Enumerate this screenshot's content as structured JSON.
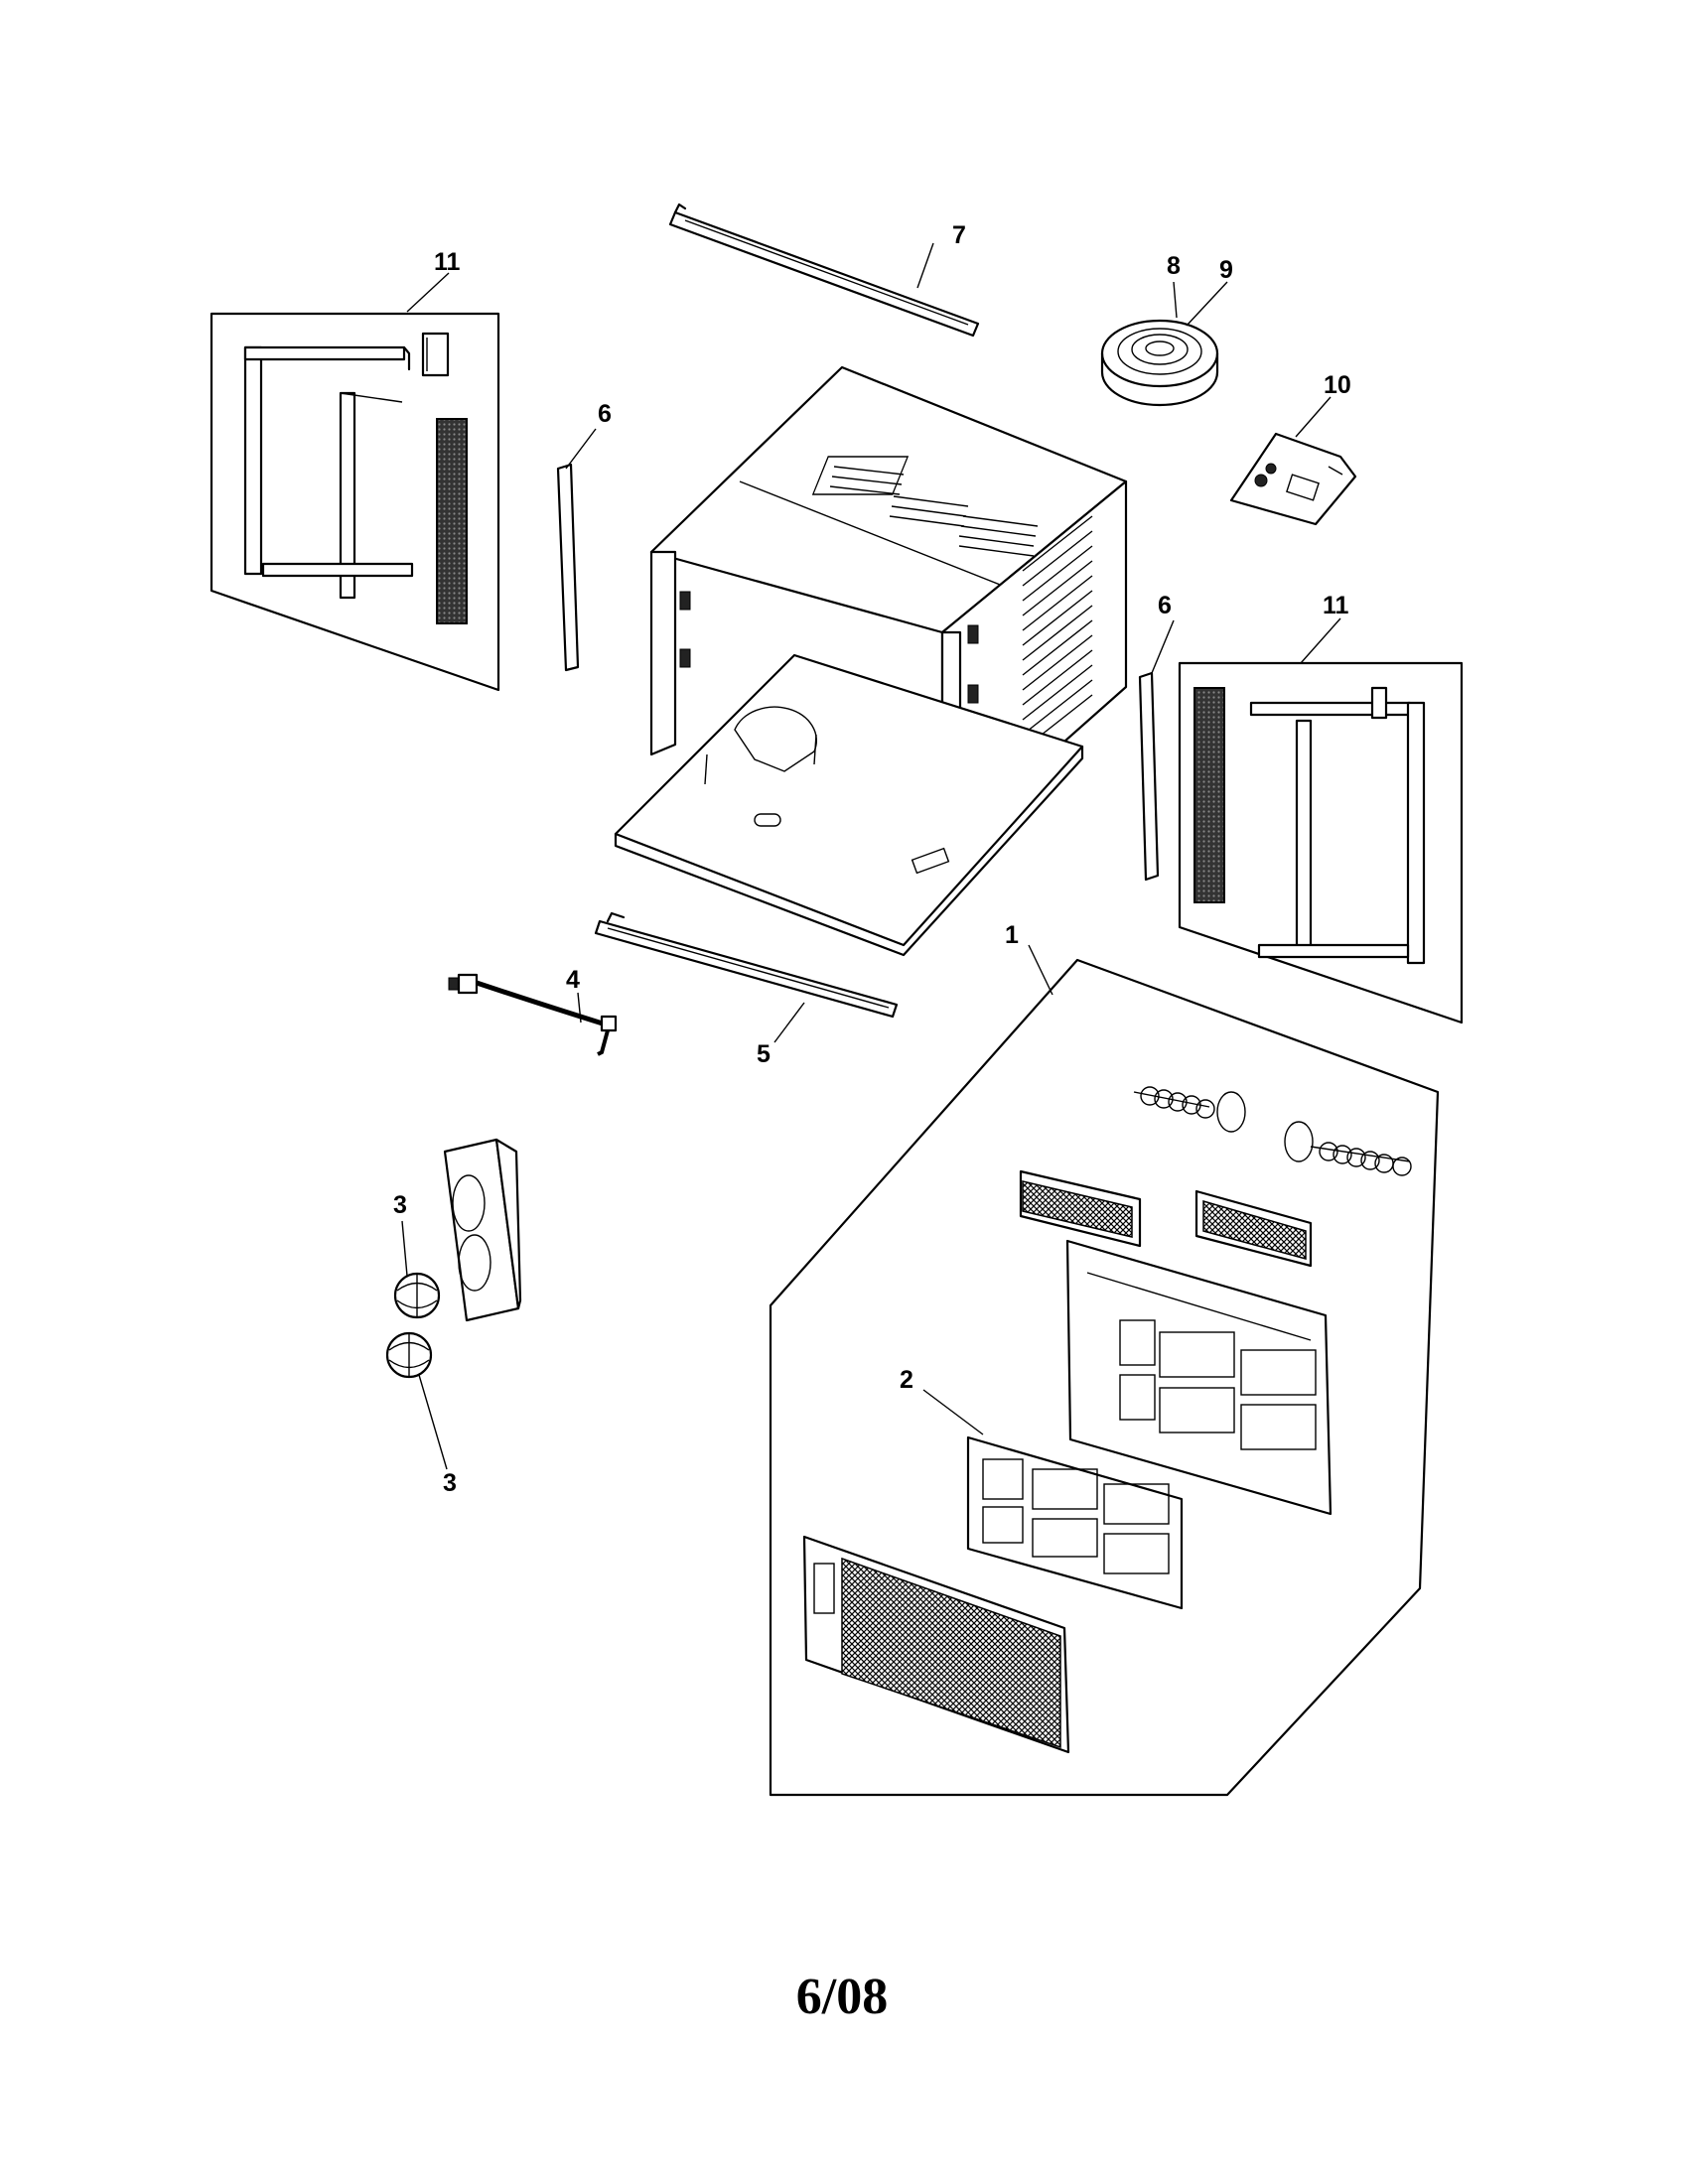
{
  "callouts": {
    "c1": "1",
    "c2": "2",
    "c3a": "3",
    "c3b": "3",
    "c4": "4",
    "c5": "5",
    "c6a": "6",
    "c6b": "6",
    "c7": "7",
    "c8": "8",
    "c9": "9",
    "c10": "10",
    "c11a": "11",
    "c11b": "11"
  },
  "footer": {
    "date_code": "6/08"
  }
}
